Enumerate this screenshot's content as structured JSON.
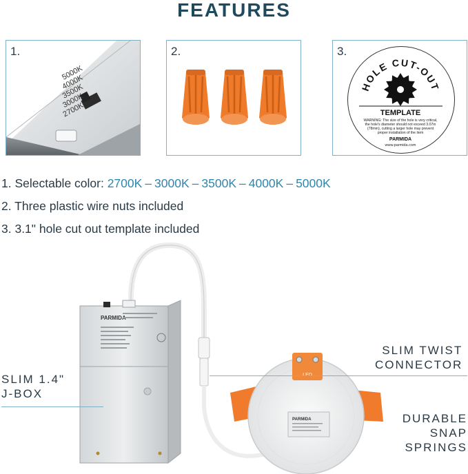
{
  "header": {
    "title": "FEATURES"
  },
  "panels": [
    {
      "number": "1.",
      "switch_options": [
        "5000K",
        "4000K",
        "3500K",
        "3000K",
        "2700K"
      ]
    },
    {
      "number": "2."
    },
    {
      "number": "3.",
      "template": {
        "arc_text": "HOLE CUT-OUT",
        "title": "TEMPLATE",
        "warning_lines": [
          "WARNING: The size of the hole is very critical,",
          "the hole's diameter should not exceed 3.07in",
          "(78mm), cutting a larger hole may prevent",
          "proper installation of the item"
        ],
        "brand": "PARMIDA",
        "url": "www.parmida.com"
      }
    }
  ],
  "features": {
    "line1_prefix": "1. Selectable color: ",
    "temps": [
      "2700K",
      "3000K",
      "3500K",
      "4000K",
      "5000K"
    ],
    "line2": "2. Three plastic wire nuts included",
    "line3": "3. 3.1\" hole cut out template included"
  },
  "product": {
    "jbox_brand": "PARMIDA",
    "fixture_brand": "PARMIDA",
    "fixture_connector_label": "LED"
  },
  "callouts": {
    "jbox_line1": "SLIM 1.4\"",
    "jbox_line2": "J-BOX",
    "connector_line1": "SLIM TWIST",
    "connector_line2": "CONNECTOR",
    "springs_line1": "DURABLE",
    "springs_line2": "SNAP",
    "springs_line3": "SPRINGS"
  },
  "colors": {
    "title": "#1f4a5e",
    "accent_blue": "#2f86ad",
    "panel_border": "#7fb0c8",
    "wire_nut_orange": "#ee7a2a",
    "spring_clip_orange": "#f07b2c"
  }
}
